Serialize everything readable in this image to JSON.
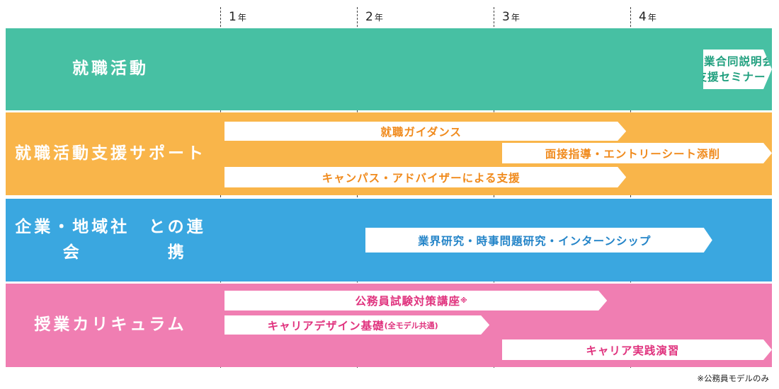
{
  "years": [
    {
      "num": "1",
      "unit": "年"
    },
    {
      "num": "2",
      "unit": "年"
    },
    {
      "num": "3",
      "unit": "年"
    },
    {
      "num": "4",
      "unit": "年"
    }
  ],
  "rows": [
    {
      "label_lines": [
        "就職活動"
      ],
      "color": "#47c0a3",
      "bars": [
        {
          "lines": [
            "企業合同説明会",
            "就職支援セミナー ほか"
          ],
          "start_year": 3.5,
          "end_year": 4.95,
          "text_color": "#1f9f7e"
        }
      ]
    },
    {
      "label_lines": [
        "就職活動支援",
        "サポート"
      ],
      "color": "#f9b54a",
      "bars": [
        {
          "text": "就職ガイダンス",
          "start_year": 0.0,
          "end_year": 2.97,
          "text_color": "#f08a1c"
        },
        {
          "text": "面接指導・エントリーシート添削",
          "start_year": 2.03,
          "end_year": 4.95,
          "text_color": "#f08a1c"
        },
        {
          "text": "キャンパス・アドバイザーによる支援",
          "start_year": 0.0,
          "end_year": 2.97,
          "text_color": "#f08a1c"
        }
      ]
    },
    {
      "label_lines": [
        "企業・地域社会",
        "との連携"
      ],
      "color": "#3aa7e0",
      "bars": [
        {
          "text": "業界研究・時事問題研究・インターンシップ",
          "start_year": 1.03,
          "end_year": 3.6,
          "text_color": "#2384c8"
        }
      ]
    },
    {
      "label_lines": [
        "授業カリキュラム"
      ],
      "color": "#f07eb2",
      "bars": [
        {
          "text": "公務員試験対策講座",
          "sup": "※",
          "start_year": 0.0,
          "end_year": 2.83,
          "text_color": "#e0337e"
        },
        {
          "text": "キャリアデザイン基礎",
          "small": "(全モデル共通)",
          "start_year": 0.0,
          "end_year": 1.97,
          "text_color": "#e0337e"
        },
        {
          "text": "キャリア実践演習",
          "start_year": 2.03,
          "end_year": 4.95,
          "text_color": "#e0337e"
        }
      ]
    }
  ],
  "footnote": "※公務員モデルのみ"
}
